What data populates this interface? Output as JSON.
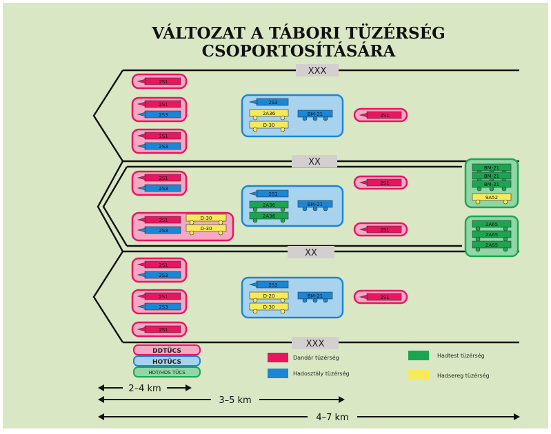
{
  "title_line1": "VÁLTOZAT A TÁBORI TÜZÉRSÉG",
  "title_line2": "CSOPORTOSÍTÁSÁRA",
  "level_labels": {
    "top": "XXX",
    "division_1": "XX",
    "division_2": "XX",
    "bottom": "XXX"
  },
  "unit_labels": {
    "sp_gun_a": "2S1",
    "sp_gun_b": "2S3",
    "howitzer_d30": "D-30",
    "howitzer_d20": "D-20",
    "gun_2a36": "2A36",
    "gun_2a65": "2A65",
    "mlrs_bm21": "BM-21",
    "mlrs_9a52": "9A52"
  },
  "group_boxes": {
    "ddtucs": "DDTÜCS",
    "hotucs": "HOTÜCS",
    "hdt": "HDT/HDS TÜCS"
  },
  "legend": {
    "dandar": "Dandár tüzérség",
    "hadosztaly": "Hadosztály tüzérség",
    "hadtest": "Hadtest tüzérség",
    "hadsereg": "Hadsereg tüzérség"
  },
  "distances": {
    "d1": "2–4 km",
    "d2": "3–5 km",
    "d3": "4–7 km"
  },
  "colors": {
    "background": "#dae7c4",
    "dandar": "#e8155f",
    "dandar_box": "#f4a8c3",
    "hadosztaly": "#1a86d6",
    "hadosztaly_box": "#a8d3ef",
    "hadtest": "#1ca551",
    "hadtest_box": "#8fd7a4",
    "hadsereg": "#f6ea5a",
    "level_tag": "#d3cfcf"
  }
}
